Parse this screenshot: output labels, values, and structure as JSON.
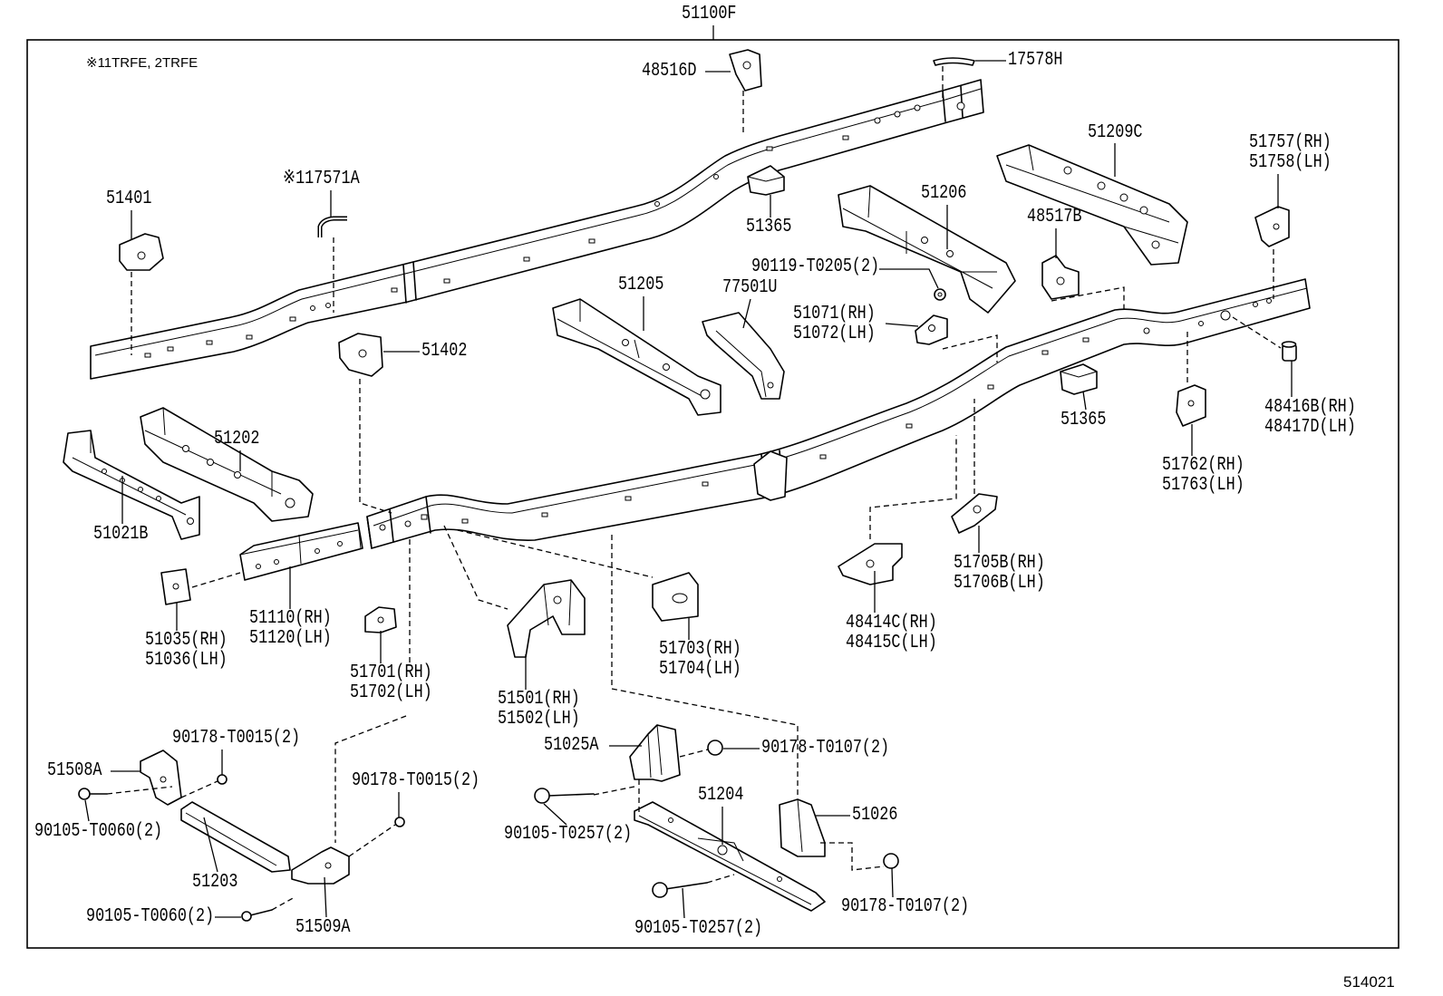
{
  "diagram": {
    "title": "51100F",
    "note": "※11TRFE, 2TRFE",
    "figure_number": "514021"
  },
  "colors": {
    "line": "#000000",
    "background": "#ffffff"
  },
  "callouts": [
    {
      "line1": "48516D"
    },
    {
      "line1": "17578H"
    },
    {
      "line1": "51209C"
    },
    {
      "line1": "51757(RH)",
      "line2": "51758(LH)"
    },
    {
      "line1": "51401"
    },
    {
      "line1": "※117571A"
    },
    {
      "line1": "51206"
    },
    {
      "line1": "48517B"
    },
    {
      "line1": "51365"
    },
    {
      "line1": "90119-T0205(2)"
    },
    {
      "line1": "51205"
    },
    {
      "line1": "77501U"
    },
    {
      "line1": "51071(RH)",
      "line2": "51072(LH)"
    },
    {
      "line1": "51402"
    },
    {
      "line1": "48416B(RH)",
      "line2": "48417D(LH)"
    },
    {
      "line1": "51365"
    },
    {
      "line1": "51202"
    },
    {
      "line1": "51762(RH)",
      "line2": "51763(LH)"
    },
    {
      "line1": "51021B"
    },
    {
      "line1": "51705B(RH)",
      "line2": "51706B(LH)"
    },
    {
      "line1": "51110(RH)",
      "line2": "51120(LH)"
    },
    {
      "line1": "48414C(RH)",
      "line2": "48415C(LH)"
    },
    {
      "line1": "51035(RH)",
      "line2": "51036(LH)"
    },
    {
      "line1": "51703(RH)",
      "line2": "51704(LH)"
    },
    {
      "line1": "51701(RH)",
      "line2": "51702(LH)"
    },
    {
      "line1": "51501(RH)",
      "line2": "51502(LH)"
    },
    {
      "line1": "90178-T0015(2)"
    },
    {
      "line1": "51025A"
    },
    {
      "line1": "90178-T0107(2)"
    },
    {
      "line1": "51508A"
    },
    {
      "line1": "90178-T0015(2)"
    },
    {
      "line1": "51204"
    },
    {
      "line1": "51026"
    },
    {
      "line1": "90105-T0060(2)"
    },
    {
      "line1": "90105-T0257(2)"
    },
    {
      "line1": "51203"
    },
    {
      "line1": "90178-T0107(2)"
    },
    {
      "line1": "90105-T0060(2)"
    },
    {
      "line1": "51509A"
    },
    {
      "line1": "90105-T0257(2)"
    }
  ]
}
